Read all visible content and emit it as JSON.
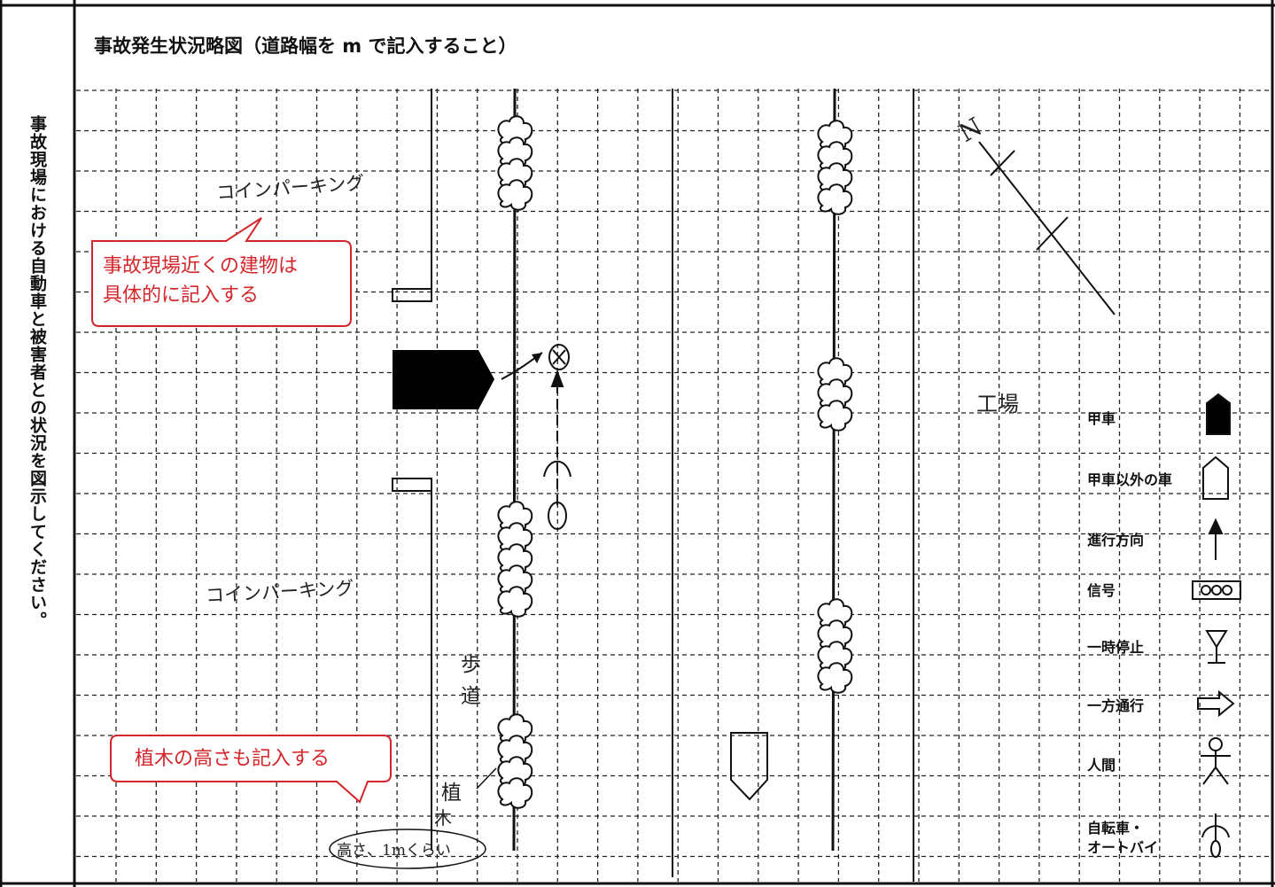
{
  "side_label": "事故現場における自動車と被害者との状況を図示してください。",
  "title": "事故発生状況略図（道路幅を m で記入すること）",
  "handwritten": {
    "coin_parking_top": "コインパーキング",
    "coin_parking_bottom": "コインパーキング",
    "factory": "工場",
    "sidewalk_1": "歩",
    "sidewalk_2": "道",
    "planting_1": "植",
    "planting_2": "木",
    "height_note": "高さ、1mくらい",
    "north_mark": "N"
  },
  "callouts": [
    {
      "text_line1": "事故現場近くの建物は",
      "text_line2": "具体的に記入する"
    },
    {
      "text_line1": "植木の高さも記入する",
      "text_line2": ""
    }
  ],
  "legend": [
    {
      "label": "甲車",
      "icon": "filled-car-icon"
    },
    {
      "label": "甲車以外の車",
      "icon": "outline-car-icon"
    },
    {
      "label": "進行方向",
      "icon": "arrow-up-icon"
    },
    {
      "label": "信号",
      "icon": "signal-icon"
    },
    {
      "label": "一時停止",
      "icon": "stop-sign-icon"
    },
    {
      "label": "一方通行",
      "icon": "one-way-arrow-icon"
    },
    {
      "label": "人間",
      "icon": "person-icon"
    },
    {
      "label": "自転車・",
      "label2": "オートバイ",
      "icon": "bicycle-icon"
    }
  ],
  "colors": {
    "callout": "#d4262a",
    "ink": "#111111",
    "grid": "#222222"
  }
}
